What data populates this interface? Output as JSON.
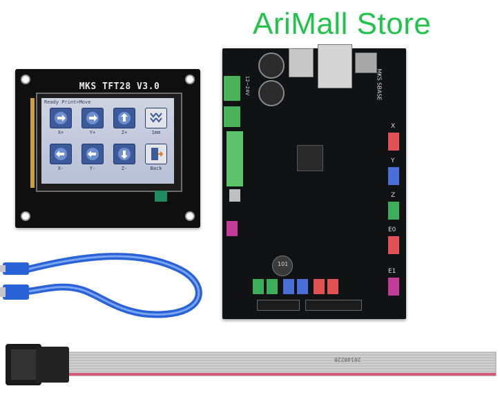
{
  "store_title": "AriMall Store",
  "tft": {
    "model_label": "MKS TFT28 V3.0",
    "breadcrumb": "Ready Print>Move",
    "tiles": [
      {
        "icon": "arrow-right-icon",
        "label": "X+"
      },
      {
        "icon": "arrow-right-icon",
        "label": "Y+"
      },
      {
        "icon": "arrow-up-icon",
        "label": "Z+"
      },
      {
        "icon": "step-size-icon",
        "label": "1mm"
      },
      {
        "icon": "arrow-left-icon",
        "label": "X-"
      },
      {
        "icon": "arrow-left-icon",
        "label": "Y-"
      },
      {
        "icon": "arrow-down-icon",
        "label": "Z-"
      },
      {
        "icon": "back-door-icon",
        "label": "Back"
      }
    ]
  },
  "mainboard": {
    "brand_label": "MKS SBASE",
    "axis_labels": [
      "X",
      "Y",
      "Z",
      "E0",
      "E1"
    ],
    "chip_label": "101",
    "power_label": "12~24V"
  },
  "ribbon": {
    "code": "20140220"
  },
  "colors": {
    "title_green": "#22c34a",
    "cable_blue": "#2a62d8",
    "board_black": "#111213",
    "tile_blue": "#3c5a99"
  }
}
